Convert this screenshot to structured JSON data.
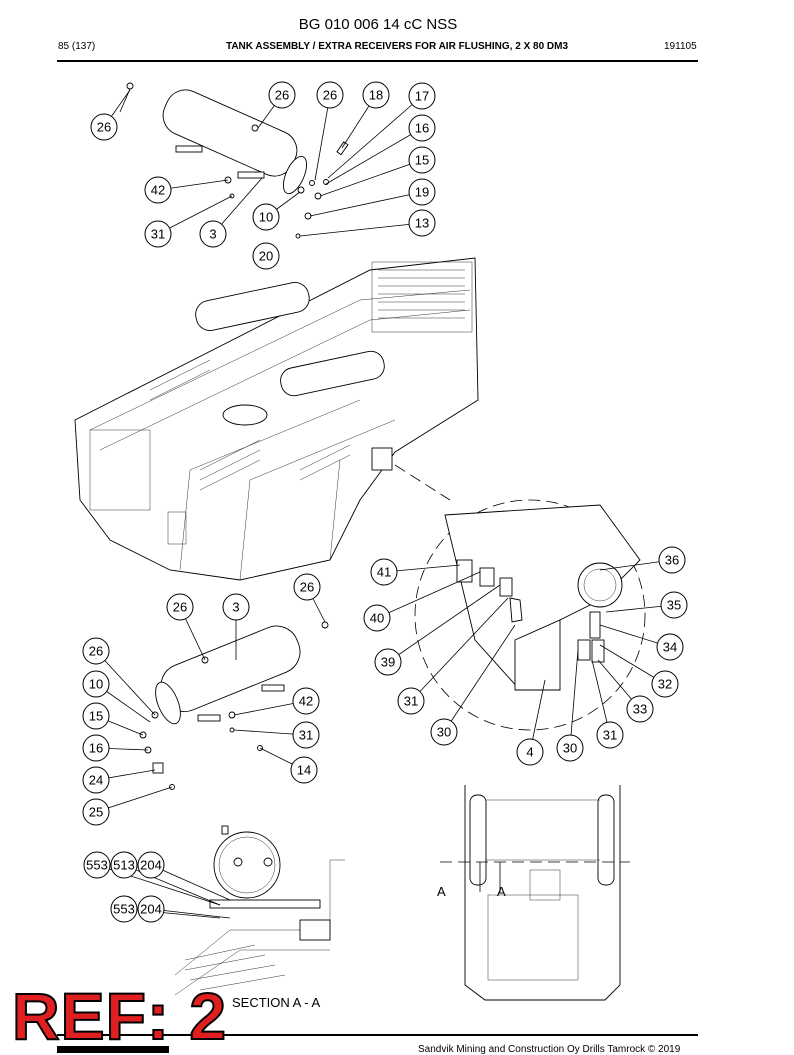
{
  "header": {
    "doc_code": "BG 010 006 14 cC NSS",
    "page": "85 (137)",
    "title": "TANK ASSEMBLY / EXTRA RECEIVERS FOR AIR FLUSHING, 2 X 80 DM3",
    "date_code": "191105"
  },
  "callouts": [
    "26",
    "26",
    "26",
    "18",
    "17",
    "16",
    "15",
    "19",
    "13",
    "42",
    "10",
    "31",
    "3",
    "20",
    "36",
    "41",
    "35",
    "26",
    "40",
    "34",
    "26",
    "3",
    "39",
    "26",
    "32",
    "10",
    "33",
    "31",
    "42",
    "15",
    "31",
    "30",
    "31",
    "16",
    "30",
    "4",
    "14",
    "24",
    "25",
    "553",
    "513",
    "204",
    "553",
    "204"
  ],
  "section_marks": [
    "A",
    "A"
  ],
  "section_caption": "SECTION A - A",
  "footer": {
    "copyright": "Sandvik Mining and Construction Oy Drills Tamrock © 2019"
  },
  "stamp": {
    "text": "REF: 2",
    "color": "#e02020"
  }
}
